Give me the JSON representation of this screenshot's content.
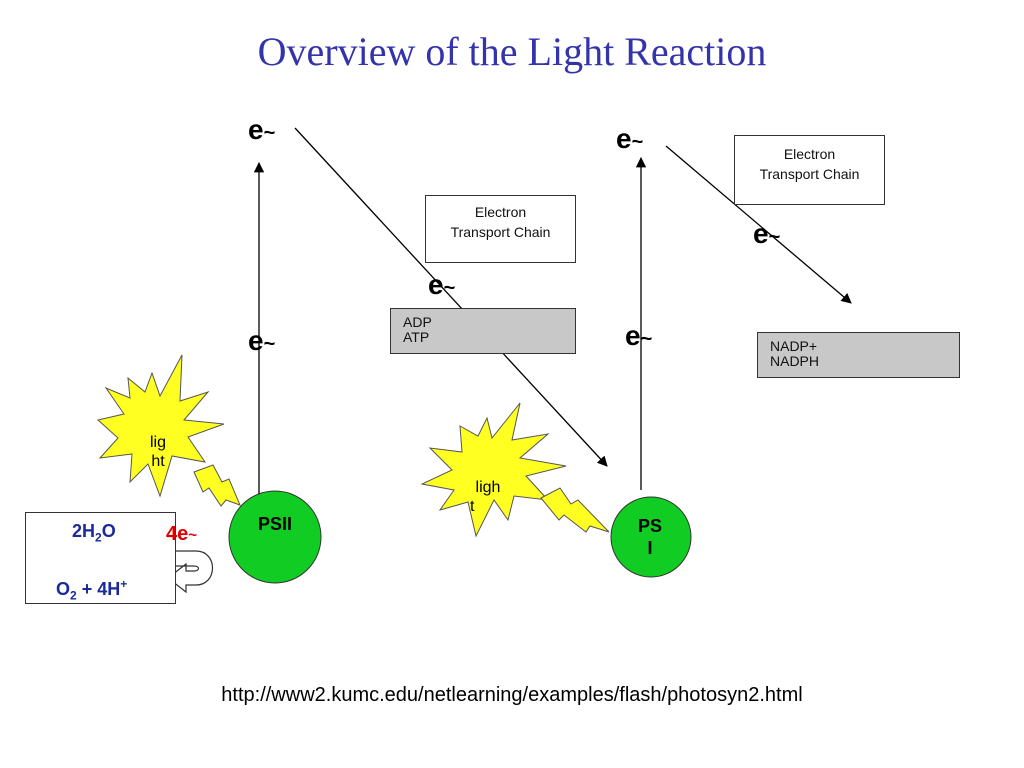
{
  "title": "Overview of the Light Reaction",
  "electron_label": "e",
  "electron_suffix": "~",
  "etc_box_1": {
    "line1": "Electron",
    "line2": "Transport Chain"
  },
  "etc_box_2": {
    "line1": "Electron",
    "line2": "Transport Chain"
  },
  "adp_box": {
    "top": "ADP",
    "bottom": "ATP"
  },
  "nadp_box": {
    "top": "NADP+",
    "bottom": "NADPH"
  },
  "psii": {
    "label": "PSII"
  },
  "psi": {
    "line1": "PS",
    "line2": "I"
  },
  "light_1": {
    "line1": "lig",
    "line2": "ht"
  },
  "light_2": {
    "line1": "ligh",
    "line2": "t"
  },
  "water": {
    "reactant_a": "2H",
    "reactant_sub": "2",
    "reactant_b": "O",
    "product_a": "O",
    "product_sub": "2",
    "product_b": " + 4H",
    "product_sup": "+"
  },
  "four_e": {
    "label": "4e",
    "suffix": "~"
  },
  "url": "http://www2.kumc.edu/netlearning/examples/flash/photosyn2.html",
  "colors": {
    "title": "#3333aa",
    "photosystem_fill": "#11cc22",
    "starburst_fill": "#ffff22",
    "lightning_fill": "#ffff22",
    "grey_box": "#c8c8c8",
    "four_e": "#e00000",
    "water_text": "#1a2a9a"
  },
  "icons": [
    "starburst-icon",
    "lightning-icon",
    "arrow-icon",
    "u-turn-arrow-icon"
  ]
}
